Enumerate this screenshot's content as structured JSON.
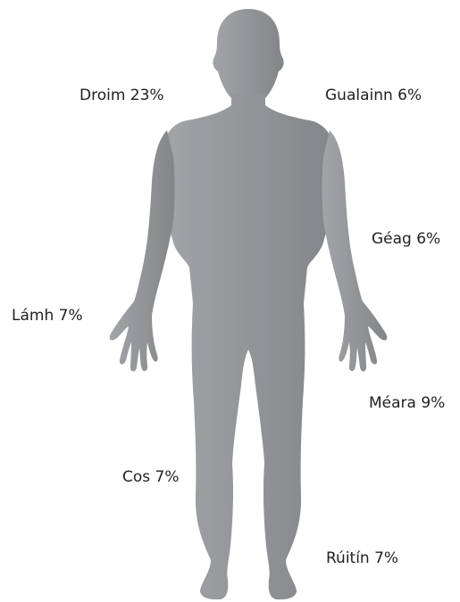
{
  "colors": {
    "silhouette_light": "#a3a4a7",
    "silhouette_dark": "#838588",
    "text": "#231f20",
    "background": "#ffffff"
  },
  "figure": {
    "icon": "human-body-silhouette-icon"
  },
  "labels": {
    "back": "Droim 23%",
    "shoulder": "Gualainn 6%",
    "limb": "Géag 6%",
    "hand": "Lámh 7%",
    "fingers": "Méara 9%",
    "leg": "Cos 7%",
    "ankle": "Rúitín 7%"
  }
}
